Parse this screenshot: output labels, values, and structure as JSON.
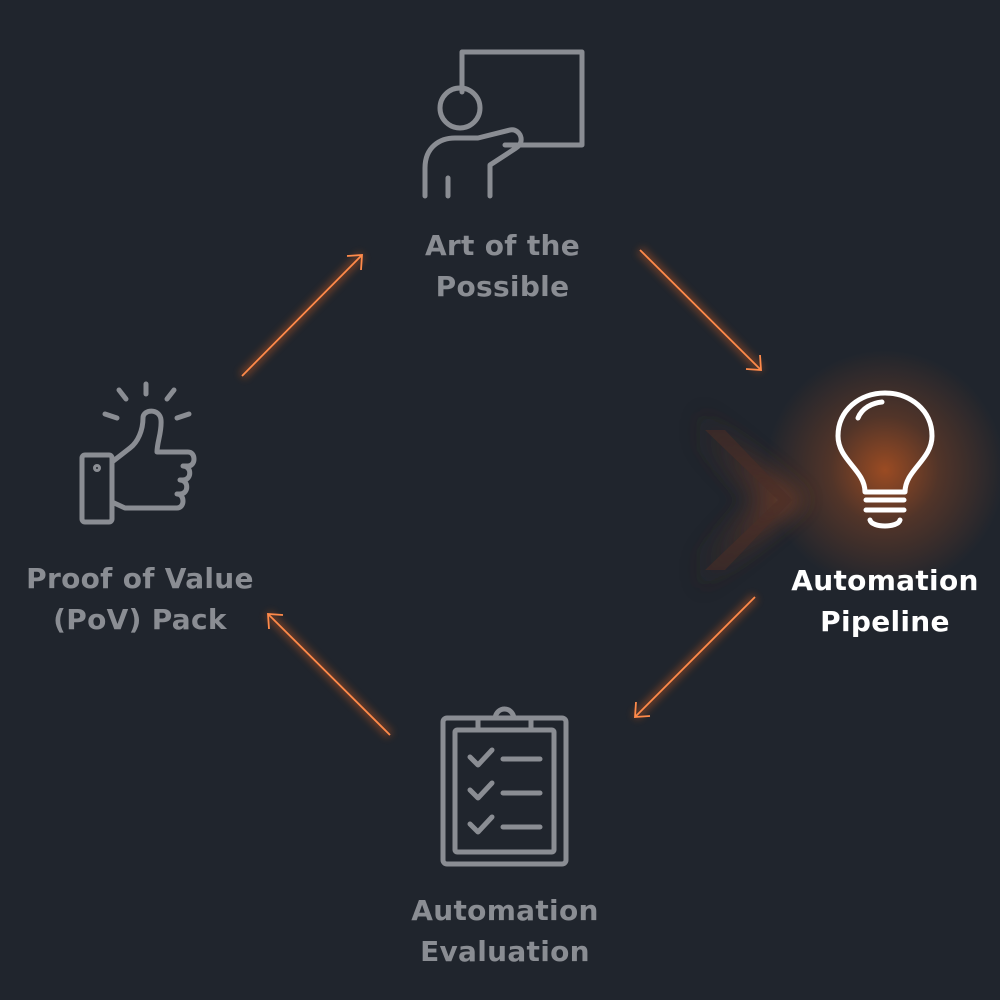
{
  "colors": {
    "background": "#20252d",
    "inactive": "#8a8d93",
    "active": "#ffffff",
    "accent": "#ff6a1a"
  },
  "nodes": [
    {
      "id": "art-of-the-possible",
      "icon": "presentation-icon",
      "line1": "Art of the",
      "line2": "Possible",
      "active": false
    },
    {
      "id": "automation-pipeline",
      "icon": "lightbulb-icon",
      "line1": "Automation",
      "line2": "Pipeline",
      "active": true
    },
    {
      "id": "automation-evaluation",
      "icon": "clipboard-checklist-icon",
      "line1": "Automation",
      "line2": "Evaluation",
      "active": false
    },
    {
      "id": "proof-of-value-pack",
      "icon": "thumbs-up-icon",
      "line1": "Proof of Value",
      "line2": "(PoV) Pack",
      "active": false
    }
  ],
  "edges": [
    {
      "from": "proof-of-value-pack",
      "to": "art-of-the-possible"
    },
    {
      "from": "art-of-the-possible",
      "to": "automation-pipeline"
    },
    {
      "from": "automation-pipeline",
      "to": "automation-evaluation"
    },
    {
      "from": "automation-evaluation",
      "to": "proof-of-value-pack"
    }
  ],
  "active_indicator": "chevron-right-icon"
}
